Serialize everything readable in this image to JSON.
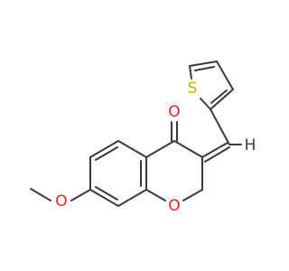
{
  "molecule": {
    "atoms": {
      "oxygen_carbonyl": "O",
      "oxygen_ring": "O",
      "oxygen_methoxy": "O",
      "sulfur": "S",
      "hydrogen_vinyl": "H"
    },
    "colors": {
      "bond": "#3a3a3a",
      "oxygen": "#e8251c",
      "sulfur": "#c9b400",
      "hydrogen": "#3a3a3a"
    }
  }
}
